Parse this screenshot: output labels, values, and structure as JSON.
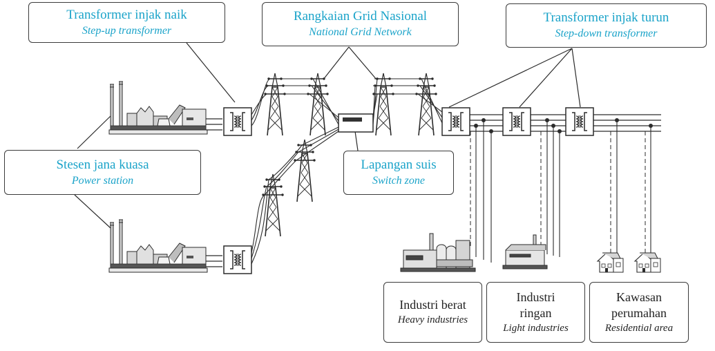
{
  "labels": {
    "step_up": {
      "main": "Transformer injak naik",
      "sub": "Step-up transformer"
    },
    "grid": {
      "main": "Rangkaian Grid Nasional",
      "sub": "National Grid Network"
    },
    "step_down": {
      "main": "Transformer injak turun",
      "sub": "Step-down transformer"
    },
    "power_station": {
      "main": "Stesen jana kuasa",
      "sub": "Power station"
    },
    "switch_zone": {
      "main": "Lapangan suis",
      "sub": "Switch zone"
    },
    "heavy": {
      "main": "Industri berat",
      "sub": "Heavy industries"
    },
    "light": {
      "main_line1": "Industri",
      "main_line2": "ringan",
      "sub": "Light industries"
    },
    "residential": {
      "main_line1": "Kawasan",
      "main_line2": "perumahan",
      "sub": "Residential area"
    }
  },
  "colors": {
    "label_accent": "#1aa3c9",
    "line": "#2b2b2b",
    "fill_gray": "#bdbdbd"
  }
}
